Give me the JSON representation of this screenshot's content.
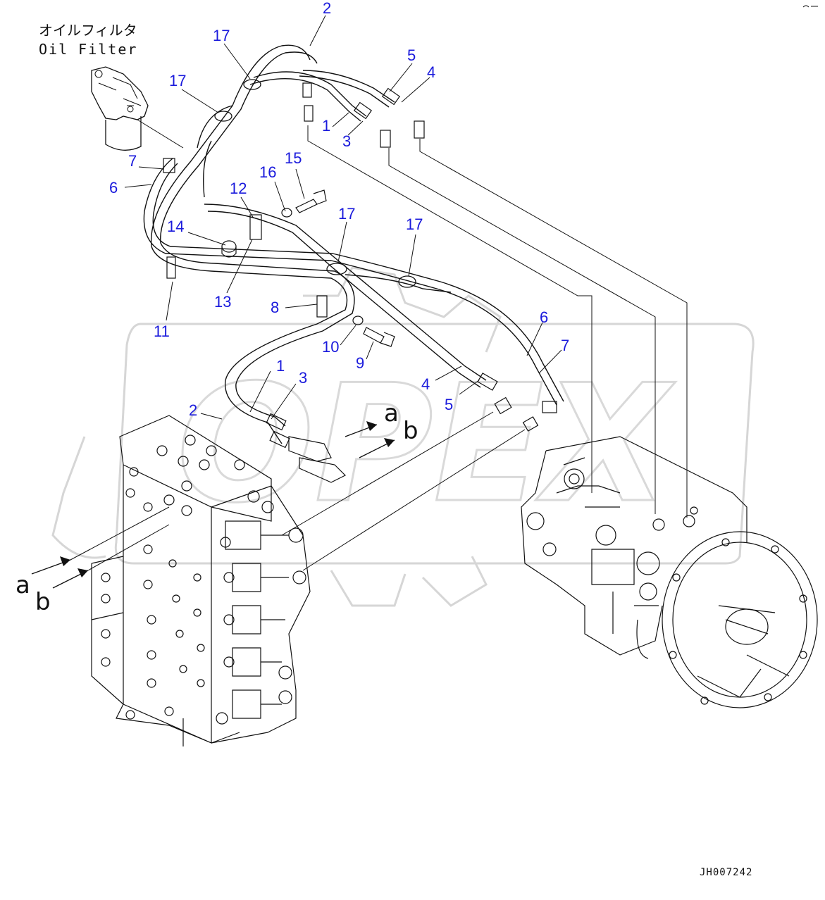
{
  "oil_filter": {
    "label_jp": "オイルフィルタ",
    "label_en": "Oil Filter"
  },
  "callouts": {
    "c1a": "1",
    "c1b": "1",
    "c2a": "2",
    "c2b": "2",
    "c3a": "3",
    "c3b": "3",
    "c4a": "4",
    "c4b": "4",
    "c5a": "5",
    "c5b": "5",
    "c6a": "6",
    "c6b": "6",
    "c7a": "7",
    "c7b": "7",
    "c8": "8",
    "c9": "9",
    "c10": "10",
    "c11": "11",
    "c12": "12",
    "c13": "13",
    "c14": "14",
    "c15": "15",
    "c16": "16",
    "c17a": "17",
    "c17b": "17",
    "c17c": "17",
    "c17d": "17"
  },
  "connection_labels": {
    "a_top": "a",
    "b_top": "b",
    "a_bottom": "a",
    "b_bottom": "b"
  },
  "drawing_code": "JH007242",
  "watermark": "OPEX",
  "colors": {
    "callout": "#1a1adc",
    "line": "#111111",
    "watermark": "#d6d6d6"
  }
}
